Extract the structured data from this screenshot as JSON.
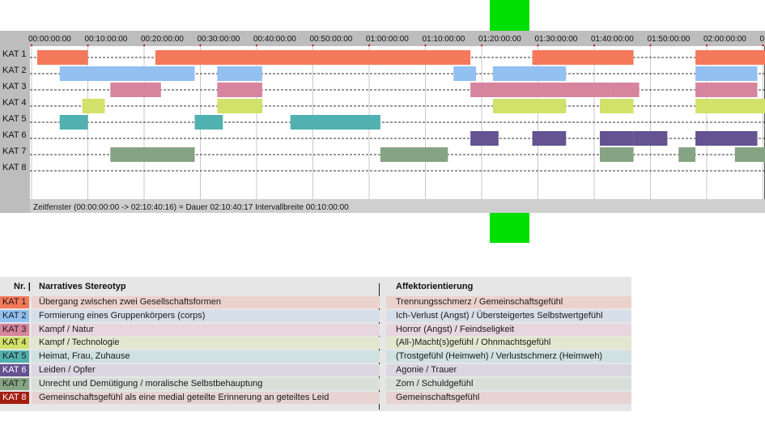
{
  "chart_data": {
    "type": "timeline",
    "time_window": {
      "start": "00:00:00:00",
      "end": "02:10:40:16",
      "interval": "00:10:00:00"
    },
    "tick_labels": [
      "00:00:00:00",
      "00:10:00:00",
      "00:20:00:00",
      "00:30:00:00",
      "00:40:00:00",
      "00:50:00:00",
      "01:00:00:00",
      "01:10:00:00",
      "01:20:00:00",
      "01:30:00:00",
      "01:40:00:00",
      "01:50:00:00",
      "02:00:00:00",
      "0"
    ],
    "status_text": "Zeitfenster (00:00:00:00 -> 02:10:40:16) = Dauer 02:10:40:17     Intervallbreite 00:10:00:00",
    "categories": [
      {
        "label": "KAT 1",
        "color": "#f4785a",
        "segments": [
          [
            "00:01:00",
            "00:10:00"
          ],
          [
            "00:22:00",
            "01:18:00"
          ],
          [
            "01:29:00",
            "01:47:00"
          ],
          [
            "01:58:00",
            "02:10:40"
          ]
        ]
      },
      {
        "label": "KAT 2",
        "color": "#92c0f0",
        "segments": [
          [
            "00:05:00",
            "00:29:00"
          ],
          [
            "00:33:00",
            "00:41:00"
          ],
          [
            "01:15:00",
            "01:19:00"
          ],
          [
            "01:22:00",
            "01:35:00"
          ],
          [
            "01:58:00",
            "02:09:00"
          ]
        ]
      },
      {
        "label": "KAT 3",
        "color": "#d7849e",
        "segments": [
          [
            "00:14:00",
            "00:23:00"
          ],
          [
            "00:33:00",
            "00:41:00"
          ],
          [
            "01:18:00",
            "01:43:00"
          ],
          [
            "01:43:00",
            "01:48:00"
          ],
          [
            "01:58:00",
            "02:09:00"
          ]
        ]
      },
      {
        "label": "KAT 4",
        "color": "#d2e169",
        "segments": [
          [
            "00:09:00",
            "00:13:00"
          ],
          [
            "00:33:00",
            "00:41:00"
          ],
          [
            "01:22:00",
            "01:35:00"
          ],
          [
            "01:41:00",
            "01:47:00"
          ],
          [
            "01:58:00",
            "02:10:40"
          ]
        ]
      },
      {
        "label": "KAT 5",
        "color": "#50b1b0",
        "segments": [
          [
            "00:05:00",
            "00:10:00"
          ],
          [
            "00:29:00",
            "00:34:00"
          ],
          [
            "00:46:00",
            "01:02:00"
          ]
        ]
      },
      {
        "label": "KAT 6",
        "color": "#645291",
        "segments": [
          [
            "01:18:00",
            "01:23:00"
          ],
          [
            "01:29:00",
            "01:35:00"
          ],
          [
            "01:41:00",
            "01:47:00"
          ],
          [
            "01:47:00",
            "01:53:00"
          ],
          [
            "01:58:00",
            "02:09:00"
          ]
        ]
      },
      {
        "label": "KAT 7",
        "color": "#86a384",
        "segments": [
          [
            "00:14:00",
            "00:29:00"
          ],
          [
            "01:02:00",
            "01:14:00"
          ],
          [
            "01:41:00",
            "01:47:00"
          ],
          [
            "01:55:00",
            "01:58:00"
          ],
          [
            "02:05:00",
            "02:10:40"
          ]
        ]
      },
      {
        "label": "KAT 8",
        "color": "#a51e12",
        "segments": []
      }
    ]
  },
  "legend_table": {
    "header_nr": "Nr. |",
    "header_stereotype": "Narratives Stereotyp",
    "header_affect": "Affektorientierung",
    "rows": [
      {
        "nr": "KAT 1",
        "color": "#f4785a",
        "row_bg": "#ecd2cc",
        "text_color": "#1a1a1a",
        "stereotype": "Übergang zwischen zwei Gesellschaftsformen",
        "affect": "Trennungsschmerz / Gemeinschaftsgefühl"
      },
      {
        "nr": "KAT 2",
        "color": "#92c0f0",
        "row_bg": "#d6dfe9",
        "text_color": "#1a1a1a",
        "stereotype": "Formierung eines Gruppenkörpers (corps)",
        "affect": "Ich-Verlust (Angst) / Übersteigertes Selbstwertgefühl"
      },
      {
        "nr": "KAT 3",
        "color": "#d7849e",
        "row_bg": "#e7d6dd",
        "text_color": "#1a1a1a",
        "stereotype": "Kampf / Natur",
        "affect": "Horror (Angst) / Feindseligkeit"
      },
      {
        "nr": "KAT 4",
        "color": "#d2e169",
        "row_bg": "#e3e7cf",
        "text_color": "#1a1a1a",
        "stereotype": "Kampf / Technologie",
        "affect": "(All-)Macht(s)gefühl / Ohnmachtsgefühl"
      },
      {
        "nr": "KAT 5",
        "color": "#50b1b0",
        "row_bg": "#cfe1e0",
        "text_color": "#1a1a1a",
        "stereotype": "Heimat, Frau, Zuhause",
        "affect": "(Trostgefühl (Heimweh) / Verlustschmerz (Heimweh)"
      },
      {
        "nr": "KAT 6",
        "color": "#645291",
        "row_bg": "#dad7e2",
        "text_color": "#ffffff",
        "stereotype": "Leiden / Opfer",
        "affect": "Agonie / Trauer"
      },
      {
        "nr": "KAT 7",
        "color": "#86a384",
        "row_bg": "#d8dfd8",
        "text_color": "#1a1a1a",
        "stereotype": "Unrecht und Demütigung / moralische Selbstbehauptung",
        "affect": "Zorn / Schuldgefühl"
      },
      {
        "nr": "KAT 8",
        "color": "#a51e12",
        "row_bg": "#e6d3d2",
        "text_color": "#ffffff",
        "stereotype": "Gemeinschaftsgefühl als eine medial geteilte Erinnerung an geteiltes Leid",
        "affect": "Gemeinschaftsgefühl"
      }
    ]
  }
}
